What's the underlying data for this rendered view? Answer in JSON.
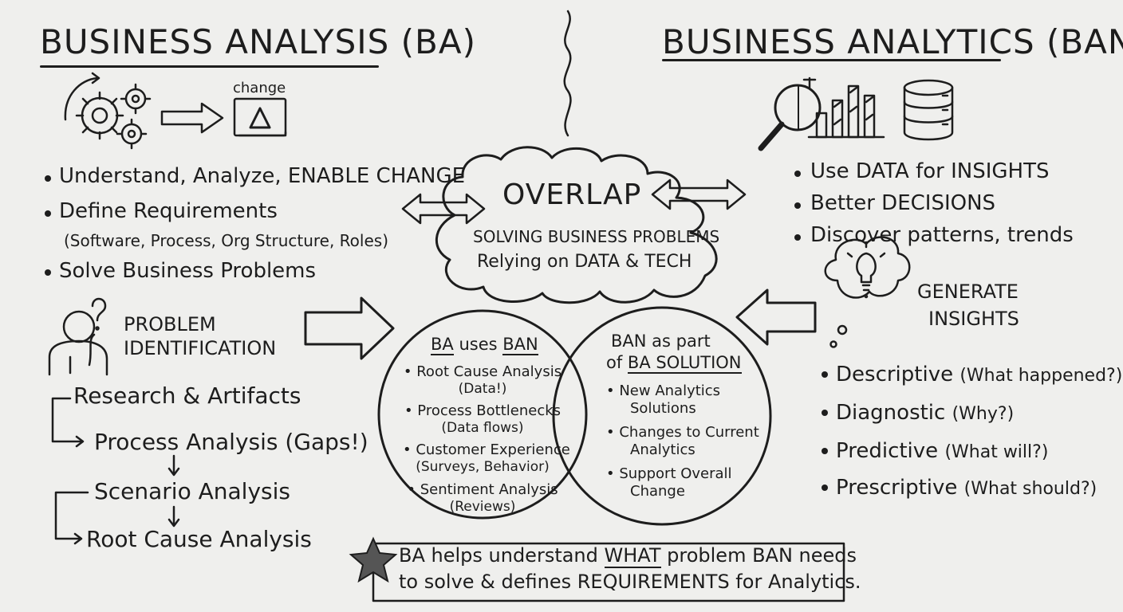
{
  "left": {
    "title": "BUSINESS ANALYSIS (BA)",
    "icon_label": "change",
    "bullets": [
      "Understand, Analyze, ENABLE CHANGE",
      "Define Requirements",
      "Solve Business Problems"
    ],
    "requirements_sub": "(Software, Process, Org Structure, Roles)",
    "problem_label_1": "PROBLEM",
    "problem_label_2": "IDENTIFICATION",
    "flow": [
      "Research & Artifacts",
      "Process Analysis (Gaps!)",
      "Scenario Analysis",
      "Root Cause Analysis"
    ]
  },
  "right": {
    "title": "BUSINESS ANALYTICS (BAN)",
    "bullets": [
      "Use DATA for INSIGHTS",
      "Better DECISIONS",
      "Discover patterns, trends"
    ],
    "insights_1": "GENERATE",
    "insights_2": "INSIGHTS",
    "types": [
      {
        "name": "Descriptive",
        "q": "(What happened?)"
      },
      {
        "name": "Diagnostic",
        "q": "(Why?)"
      },
      {
        "name": "Predictive",
        "q": "(What will?)"
      },
      {
        "name": "Prescriptive",
        "q": "(What should?)"
      }
    ]
  },
  "overlap": {
    "title": "OVERLAP",
    "line1": "SOLVING BUSINESS PROBLEMS",
    "line2": "Relying on DATA & TECH"
  },
  "venn_left": {
    "title_a": "BA",
    "title_b": " uses ",
    "title_c": "BAN",
    "items": [
      [
        "Root Cause Analysis",
        "(Data!)"
      ],
      [
        "Process Bottlenecks",
        "(Data flows)"
      ],
      [
        "Customer Experience",
        "(Surveys, Behavior)"
      ],
      [
        "Sentiment Analysis",
        "(Reviews)"
      ]
    ]
  },
  "venn_right": {
    "title_1": "BAN as part",
    "title_2a": "of ",
    "title_2b": "BA SOLUTION",
    "items": [
      [
        "New Analytics",
        "Solutions"
      ],
      [
        "Changes to Current",
        "Analytics"
      ],
      [
        "Support Overall",
        "Change"
      ]
    ]
  },
  "note": {
    "line1a": "BA helps understand ",
    "line1b": "WHAT",
    "line1c": " problem BAN needs",
    "line2": "to solve & defines REQUIREMENTS for Analytics."
  },
  "icons": {
    "gears": "gears-icon",
    "delta": "change-delta-icon",
    "magnifier": "magnifier-icon",
    "bars": "bar-chart-icon",
    "database": "database-icon",
    "thinker": "thinking-person-icon",
    "bulb": "lightbulb-thought-icon",
    "star": "star-icon"
  }
}
